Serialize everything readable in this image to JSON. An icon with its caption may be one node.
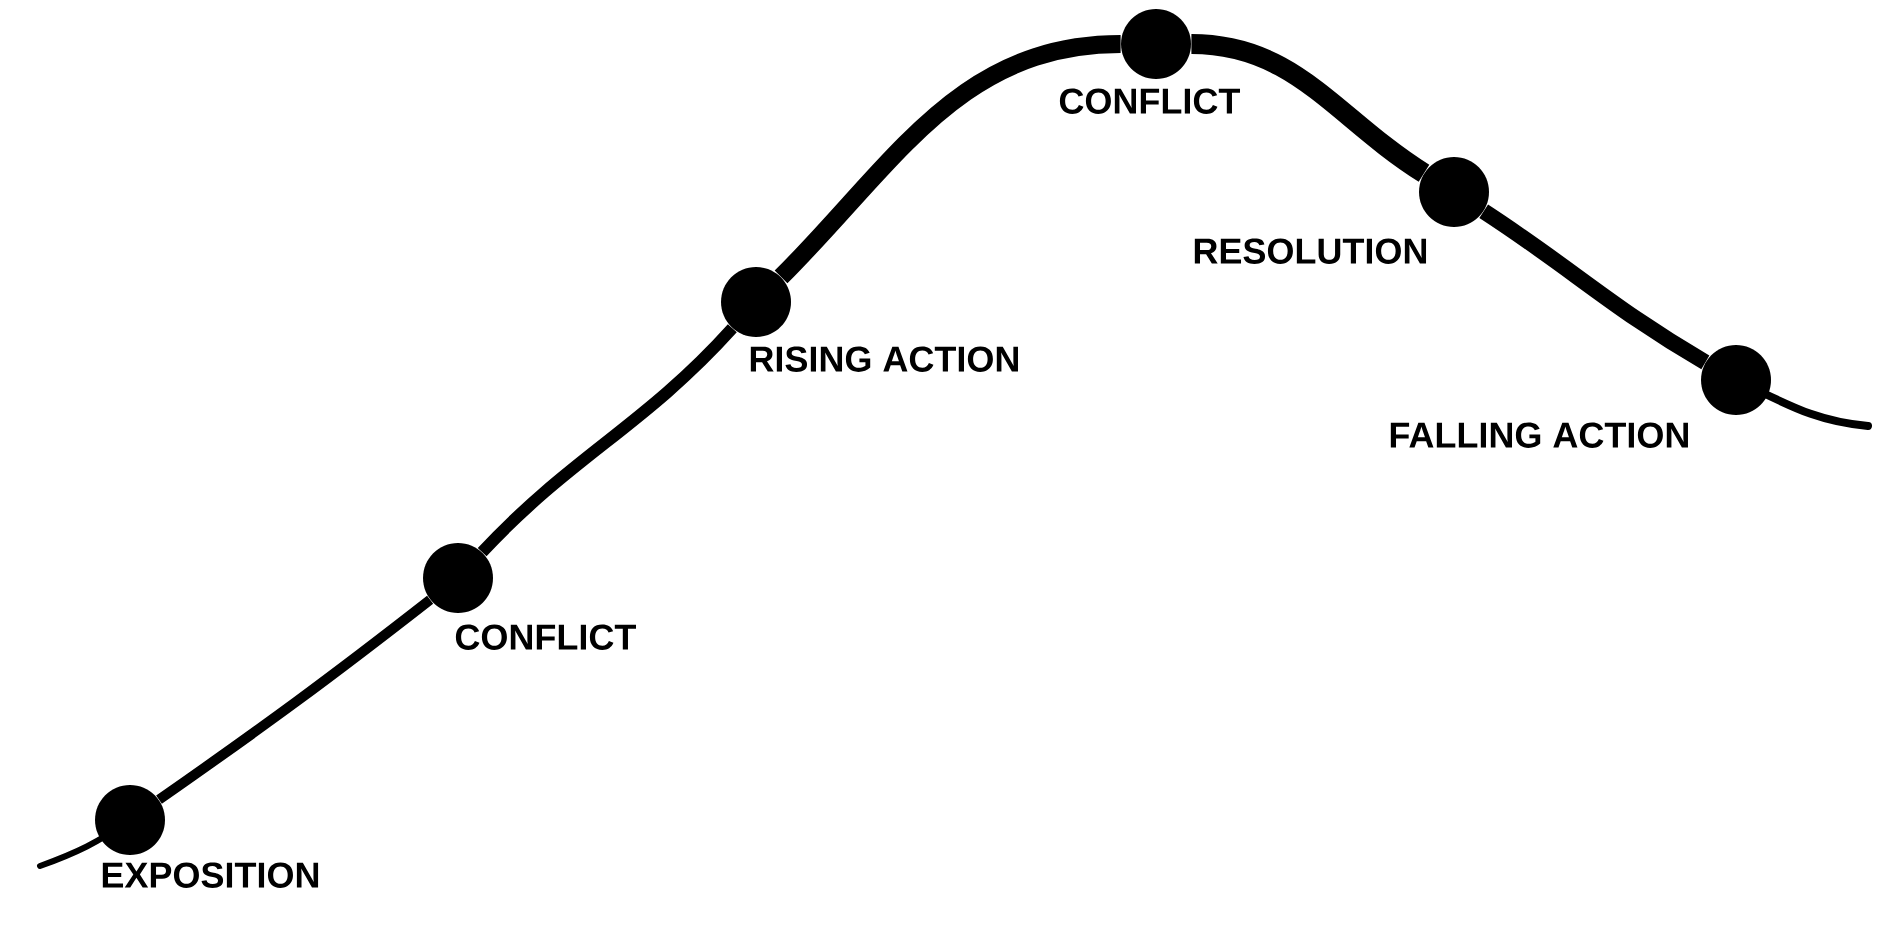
{
  "diagram": {
    "nodes": [
      {
        "text": [
          "EXPOSITION"
        ]
      },
      {
        "text": [
          "CONFLICT"
        ]
      },
      {
        "text": [
          "RISING ACTION"
        ]
      },
      {
        "text": [
          "CONFLICT"
        ]
      },
      {
        "text": [
          "RESOLUTION"
        ]
      },
      {
        "text": [
          "FALLING ACTION"
        ]
      }
    ],
    "edges": [
      {
        "from": 0,
        "to": 1,
        "arrow": "none"
      },
      {
        "from": 1,
        "to": 2,
        "arrow": "none"
      },
      {
        "from": 2,
        "to": 3,
        "arrow": "none"
      },
      {
        "from": 3,
        "to": 4,
        "arrow": "none"
      },
      {
        "from": 4,
        "to": 5,
        "arrow": "none"
      }
    ]
  }
}
